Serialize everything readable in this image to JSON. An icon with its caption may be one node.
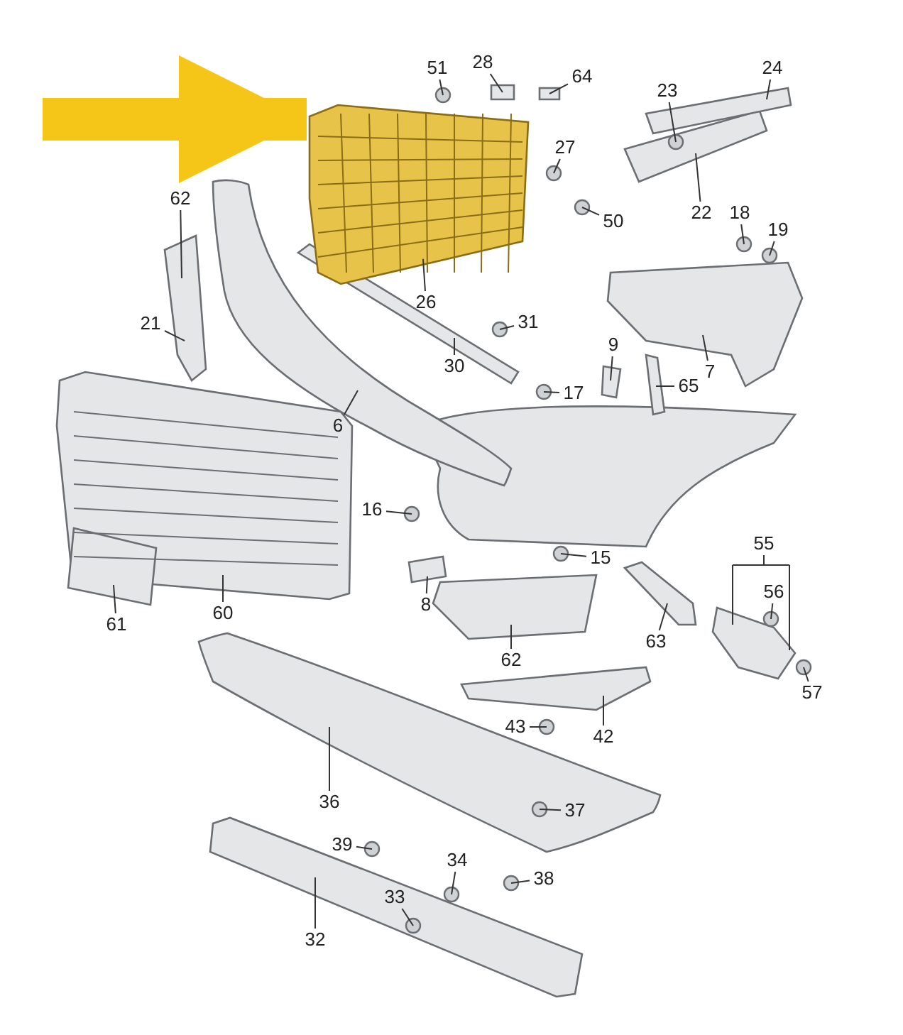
{
  "diagram": {
    "nodes": [
      {
        "text": [],
        "shape": "picture"
      },
      {
        "text": [
          "51"
        ]
      },
      {
        "text": [
          "28"
        ]
      },
      {
        "text": [
          "64"
        ]
      },
      {
        "text": [
          "24"
        ]
      },
      {
        "text": [
          "23"
        ]
      },
      {
        "text": [
          "27"
        ]
      },
      {
        "text": [
          "50"
        ]
      },
      {
        "text": [
          "22"
        ]
      },
      {
        "text": [
          "18"
        ]
      },
      {
        "text": [
          "62"
        ]
      },
      {
        "text": [
          "19"
        ]
      },
      {
        "text": [
          "26"
        ]
      },
      {
        "text": [
          "31"
        ]
      },
      {
        "text": [
          "21"
        ]
      },
      {
        "text": [
          "30"
        ]
      },
      {
        "text": [
          "9"
        ]
      },
      {
        "text": [
          "17"
        ]
      },
      {
        "text": [
          "65"
        ]
      },
      {
        "text": [
          "7"
        ]
      },
      {
        "text": [
          "6"
        ]
      },
      {
        "text": [
          "16"
        ]
      },
      {
        "text": [
          "15"
        ]
      },
      {
        "text": [
          "8"
        ]
      },
      {
        "text": [
          "55"
        ]
      },
      {
        "text": [
          "56"
        ]
      },
      {
        "text": [
          "63"
        ]
      },
      {
        "text": [
          "61"
        ]
      },
      {
        "text": [
          "60"
        ]
      },
      {
        "text": [
          "62"
        ]
      },
      {
        "text": [
          "57"
        ]
      },
      {
        "text": [
          "43"
        ]
      },
      {
        "text": [
          "42"
        ]
      },
      {
        "text": [
          "36"
        ]
      },
      {
        "text": [
          "37"
        ]
      },
      {
        "text": [
          "39"
        ]
      },
      {
        "text": [
          "33"
        ]
      },
      {
        "text": [
          "34"
        ]
      },
      {
        "text": [
          "38"
        ]
      },
      {
        "text": [
          "32"
        ]
      }
    ],
    "edges": [
      {
        "from": null,
        "to": 0,
        "arrow": "to",
        "style": "thick",
        "color": "#f5c518"
      },
      {
        "from": 1,
        "to": null,
        "arrow": "none"
      },
      {
        "from": 2,
        "to": null,
        "arrow": "none"
      },
      {
        "from": 3,
        "to": null,
        "arrow": "none"
      },
      {
        "from": 4,
        "to": null,
        "arrow": "none"
      },
      {
        "from": 5,
        "to": null,
        "arrow": "none"
      },
      {
        "from": 6,
        "to": null,
        "arrow": "none"
      },
      {
        "from": 7,
        "to": null,
        "arrow": "none"
      },
      {
        "from": 8,
        "to": null,
        "arrow": "none"
      },
      {
        "from": 9,
        "to": null,
        "arrow": "none"
      },
      {
        "from": 10,
        "to": null,
        "arrow": "none"
      },
      {
        "from": 11,
        "to": null,
        "arrow": "none"
      },
      {
        "from": 12,
        "to": 0,
        "arrow": "none"
      },
      {
        "from": 13,
        "to": null,
        "arrow": "none"
      },
      {
        "from": 14,
        "to": null,
        "arrow": "none"
      },
      {
        "from": 15,
        "to": null,
        "arrow": "none"
      },
      {
        "from": 16,
        "to": null,
        "arrow": "none"
      },
      {
        "from": 17,
        "to": null,
        "arrow": "none"
      },
      {
        "from": 18,
        "to": null,
        "arrow": "none"
      },
      {
        "from": 19,
        "to": null,
        "arrow": "none"
      },
      {
        "from": 20,
        "to": null,
        "arrow": "none"
      },
      {
        "from": 21,
        "to": null,
        "arrow": "none"
      },
      {
        "from": 22,
        "to": null,
        "arrow": "none"
      },
      {
        "from": 23,
        "to": null,
        "arrow": "none"
      },
      {
        "from": 24,
        "to": null,
        "arrow": "none"
      },
      {
        "from": 24,
        "to": null,
        "arrow": "none"
      },
      {
        "from": 25,
        "to": null,
        "arrow": "none"
      },
      {
        "from": 26,
        "to": null,
        "arrow": "none"
      },
      {
        "from": 27,
        "to": null,
        "arrow": "none"
      },
      {
        "from": 28,
        "to": null,
        "arrow": "none"
      },
      {
        "from": 29,
        "to": null,
        "arrow": "none"
      },
      {
        "from": 30,
        "to": null,
        "arrow": "none"
      },
      {
        "from": 31,
        "to": null,
        "arrow": "none"
      },
      {
        "from": 32,
        "to": null,
        "arrow": "none"
      },
      {
        "from": 33,
        "to": null,
        "arrow": "none"
      },
      {
        "from": 34,
        "to": null,
        "arrow": "none"
      },
      {
        "from": 35,
        "to": null,
        "arrow": "none"
      },
      {
        "from": 36,
        "to": null,
        "arrow": "none"
      },
      {
        "from": 37,
        "to": null,
        "arrow": "none"
      },
      {
        "from": 38,
        "to": null,
        "arrow": "none"
      },
      {
        "from": 39,
        "to": null,
        "arrow": "none"
      }
    ]
  }
}
